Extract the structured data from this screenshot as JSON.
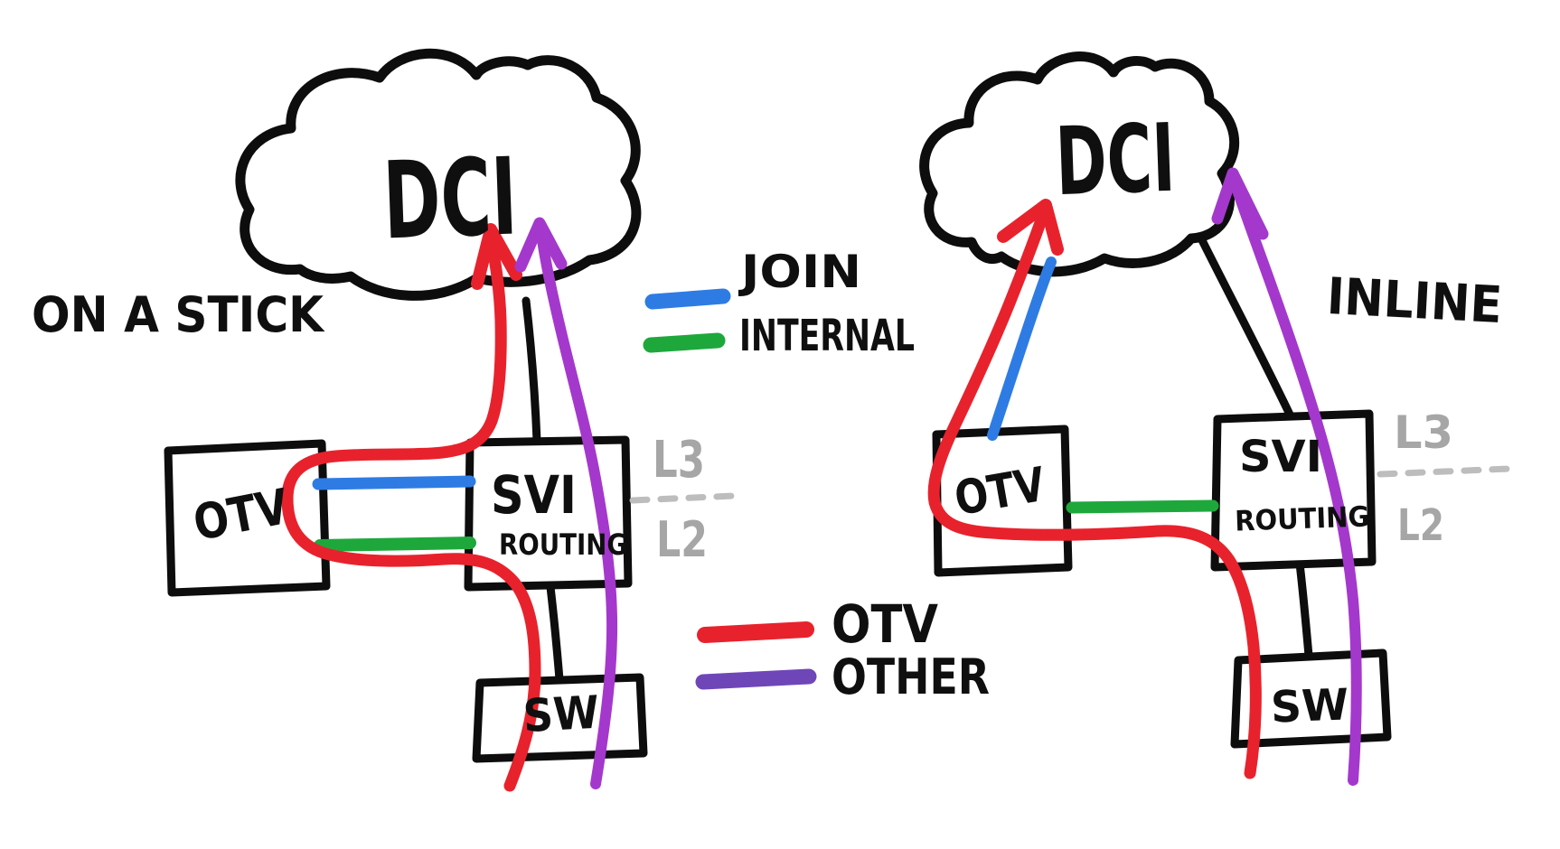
{
  "left_diagram": {
    "title": "ON A STICK",
    "cloud_label": "DCI",
    "otv_box_label": "OTV",
    "svi_box_label_line1": "SVI",
    "svi_box_label_line2": "ROUTING",
    "sw_box_label": "SW",
    "layer_above_label": "L3",
    "layer_below_label": "L2"
  },
  "right_diagram": {
    "title": "INLINE",
    "cloud_label": "DCI",
    "otv_box_label": "OTV",
    "svi_box_label_line1": "SVI",
    "svi_box_label_line2": "ROUTING",
    "sw_box_label": "SW",
    "layer_above_label": "L3",
    "layer_below_label": "L2"
  },
  "link_type_legend": {
    "join": {
      "label": "JOIN",
      "color": "#2e7ce3"
    },
    "internal": {
      "label": "INTERNAL",
      "color": "#1ea83c"
    }
  },
  "traffic_legend": {
    "otv": {
      "label": "OTV",
      "color": "#e8222c"
    },
    "other": {
      "label": "OTHER",
      "color": "#6f46b8"
    }
  },
  "colors": {
    "ink": "#0d0d0d",
    "layer_gray": "#a6a6a6",
    "dash_gray": "#bdbdbd",
    "otv_flow": "#e8222c",
    "other_flow": "#a438cc",
    "join_link": "#2e7ce3",
    "internal_link": "#1ea83c"
  }
}
